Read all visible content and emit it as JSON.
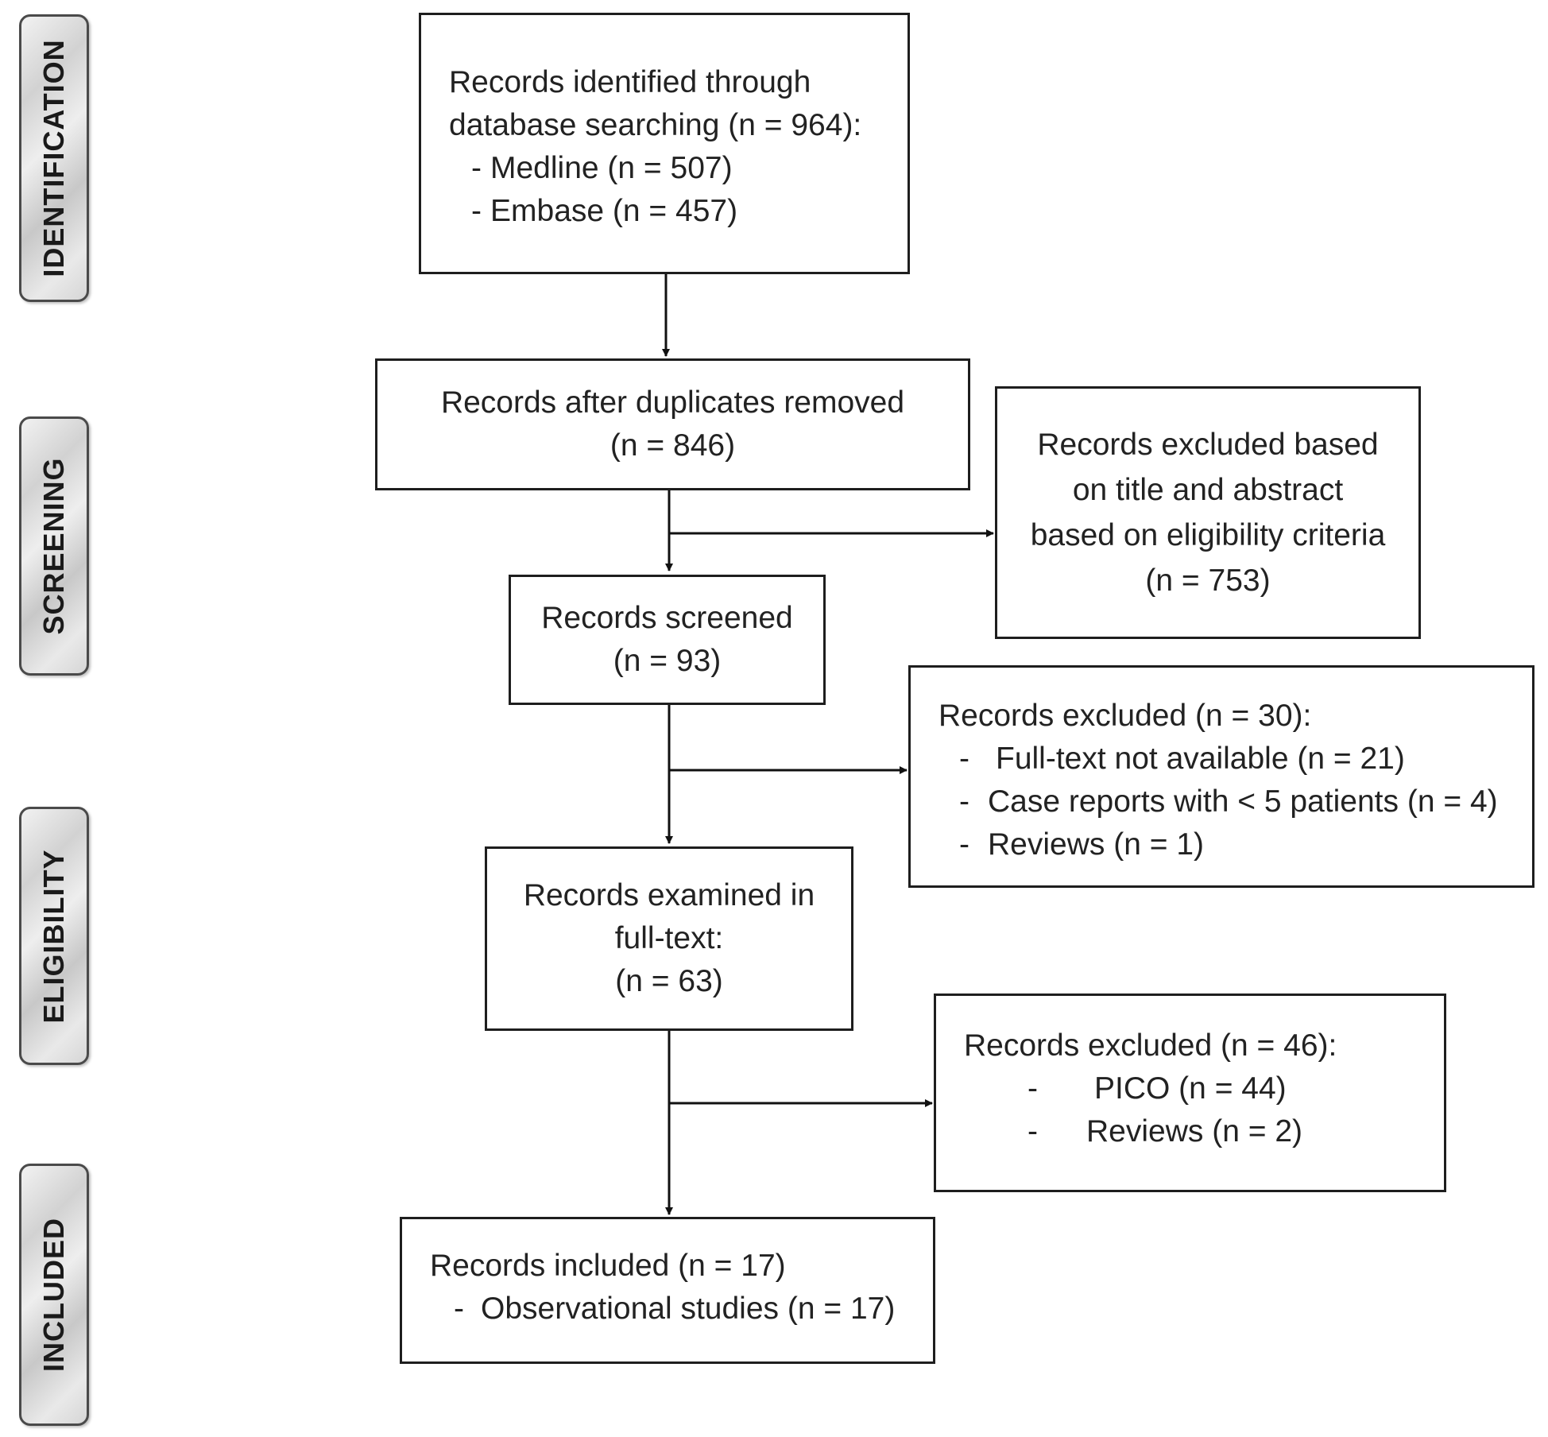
{
  "stages": [
    {
      "label": "IDENTIFICATION"
    },
    {
      "label": "SCREENING"
    },
    {
      "label": "ELIGIBILITY"
    },
    {
      "label": "INCLUDED"
    }
  ],
  "boxes": {
    "identified": {
      "lines": [
        "Records identified through",
        "database searching (n = 964):"
      ],
      "items": [
        "Medline (n = 507)",
        "Embase (n = 457)"
      ]
    },
    "after_duplicates": {
      "lines": [
        "Records after duplicates removed",
        "(n = 846)"
      ]
    },
    "excluded_title_abstract": {
      "lines": [
        "Records excluded based",
        "on title and abstract",
        "based on eligibility criteria",
        "(n = 753)"
      ]
    },
    "screened": {
      "lines": [
        "Records screened",
        "(n = 93)"
      ]
    },
    "excluded_screening": {
      "heading": "Records excluded (n = 30):",
      "items": [
        "Full-text not available (n = 21)",
        "Case reports with < 5 patients (n = 4)",
        "Reviews (n = 1)"
      ]
    },
    "full_text": {
      "lines": [
        "Records examined in",
        "full-text:",
        "(n = 63)"
      ]
    },
    "excluded_full_text": {
      "heading": "Records excluded (n = 46):",
      "items": [
        "PICO (n = 44)",
        "Reviews (n = 2)"
      ]
    },
    "included": {
      "heading": "Records included (n = 17)",
      "items": [
        "Observational studies (n = 17)"
      ]
    }
  },
  "bullet": "-"
}
